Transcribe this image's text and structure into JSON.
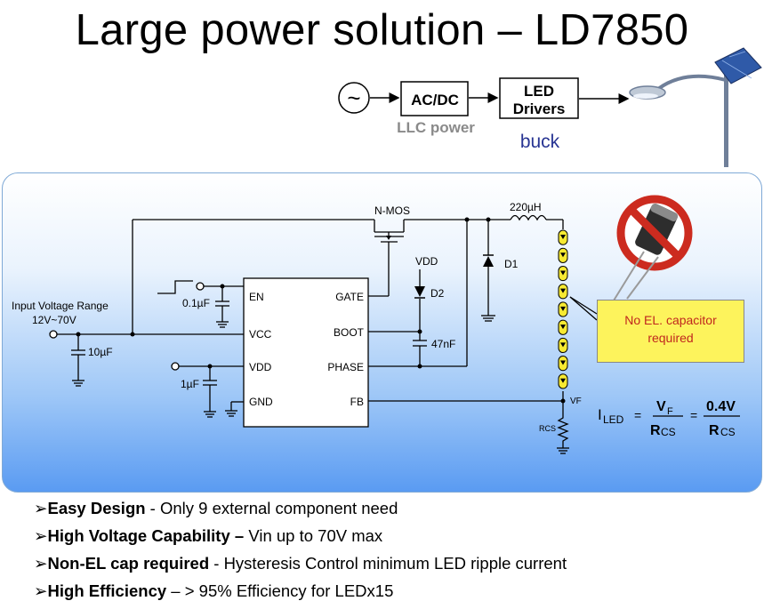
{
  "title": "Large power solution – LD7850",
  "flow": {
    "ac_symbol": "~",
    "acdc_label": "AC/DC",
    "acdc_sub": "LLC power",
    "led_line1": "LED",
    "led_line2": "Drivers",
    "led_sub": "buck"
  },
  "schematic": {
    "input_label_1": "Input Voltage Range",
    "input_label_2": "12V~70V",
    "c_in": "10µF",
    "c_en": "0.1µF",
    "c_vdd": "1µF",
    "c_boot": "47nF",
    "inductor": "220µH",
    "mosfet": "N-MOS",
    "vdd": "VDD",
    "d1": "D1",
    "d2": "D2",
    "pins_left": [
      "EN",
      "VCC",
      "VDD",
      "GND"
    ],
    "pins_right": [
      "GATE",
      "BOOT",
      "PHASE",
      "FB"
    ],
    "vf": "VF",
    "rcs": "RCS"
  },
  "formula": {
    "i_led": "I",
    "i_led_sub": "LED",
    "eq": "=",
    "num1": "V",
    "num1_sub": "F",
    "den1": "R",
    "den1_sub": "CS",
    "num2": "0.4V",
    "den2": "R",
    "den2_sub": "CS"
  },
  "note": {
    "line1": "No EL. capacitor",
    "line2": "required"
  },
  "bullets": [
    {
      "bold": "Easy Design",
      "rest": " - Only 9 external component need"
    },
    {
      "bold": "High Voltage Capability –",
      "rest": "  Vin up to 70V  max"
    },
    {
      "bold": "Non-EL cap required",
      "rest": " - Hysteresis Control minimum LED  ripple current"
    },
    {
      "bold": "High Efficiency",
      "rest": " – > 95% Efficiency for LEDx15"
    }
  ],
  "colors": {
    "panel_border": "#7fa9d6",
    "panel_bottom": "#5a9bf2",
    "led": "#f7ea32",
    "note_bg": "#fdf35c",
    "note_text": "#c0271e",
    "buck": "#283593",
    "llc": "#8a8a8a"
  }
}
